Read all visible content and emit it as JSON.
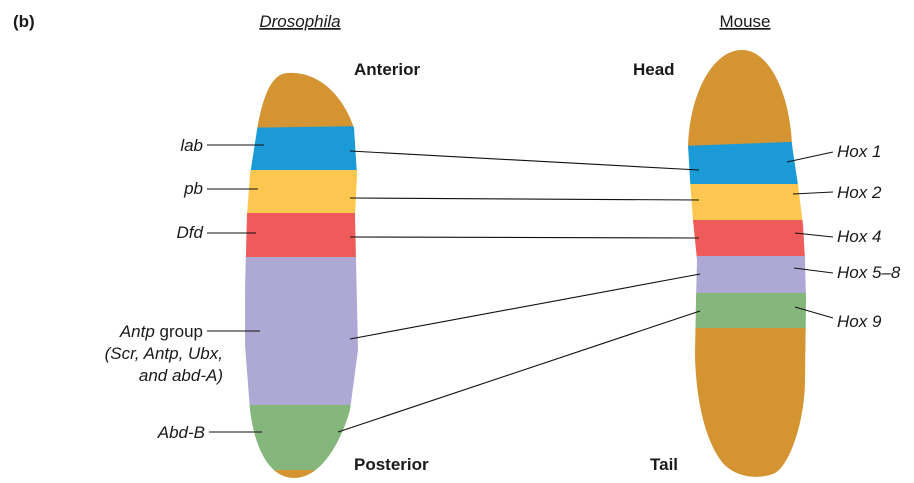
{
  "panel_label": "(b)",
  "left": {
    "title": "Drosophila",
    "top_label": "Anterior",
    "bottom_label": "Posterior",
    "genes": [
      {
        "name": "lab",
        "color": "#1a9ad6"
      },
      {
        "name": "pb",
        "color": "#fdc64f"
      },
      {
        "name": "Dfd",
        "color": "#ef5a5a"
      },
      {
        "name": "Antp",
        "suffix": " group",
        "detail_lines": [
          "(Scr, Antp, Ubx,",
          "and abd-A)"
        ],
        "color": "#ada8d4"
      },
      {
        "name": "Abd-B",
        "color": "#85b77c"
      }
    ],
    "cap_color": "#d39431"
  },
  "right": {
    "title": "Mouse",
    "top_label": "Head",
    "bottom_label": "Tail",
    "genes": [
      {
        "name": "Hox 1",
        "color": "#1a9ad6"
      },
      {
        "name": "Hox 2",
        "color": "#fdc64f"
      },
      {
        "name": "Hox 4",
        "color": "#ef5a5a"
      },
      {
        "name": "Hox 5–8",
        "color": "#ada8d4"
      },
      {
        "name": "Hox 9",
        "color": "#85b77c"
      }
    ],
    "cap_color": "#d39431"
  }
}
